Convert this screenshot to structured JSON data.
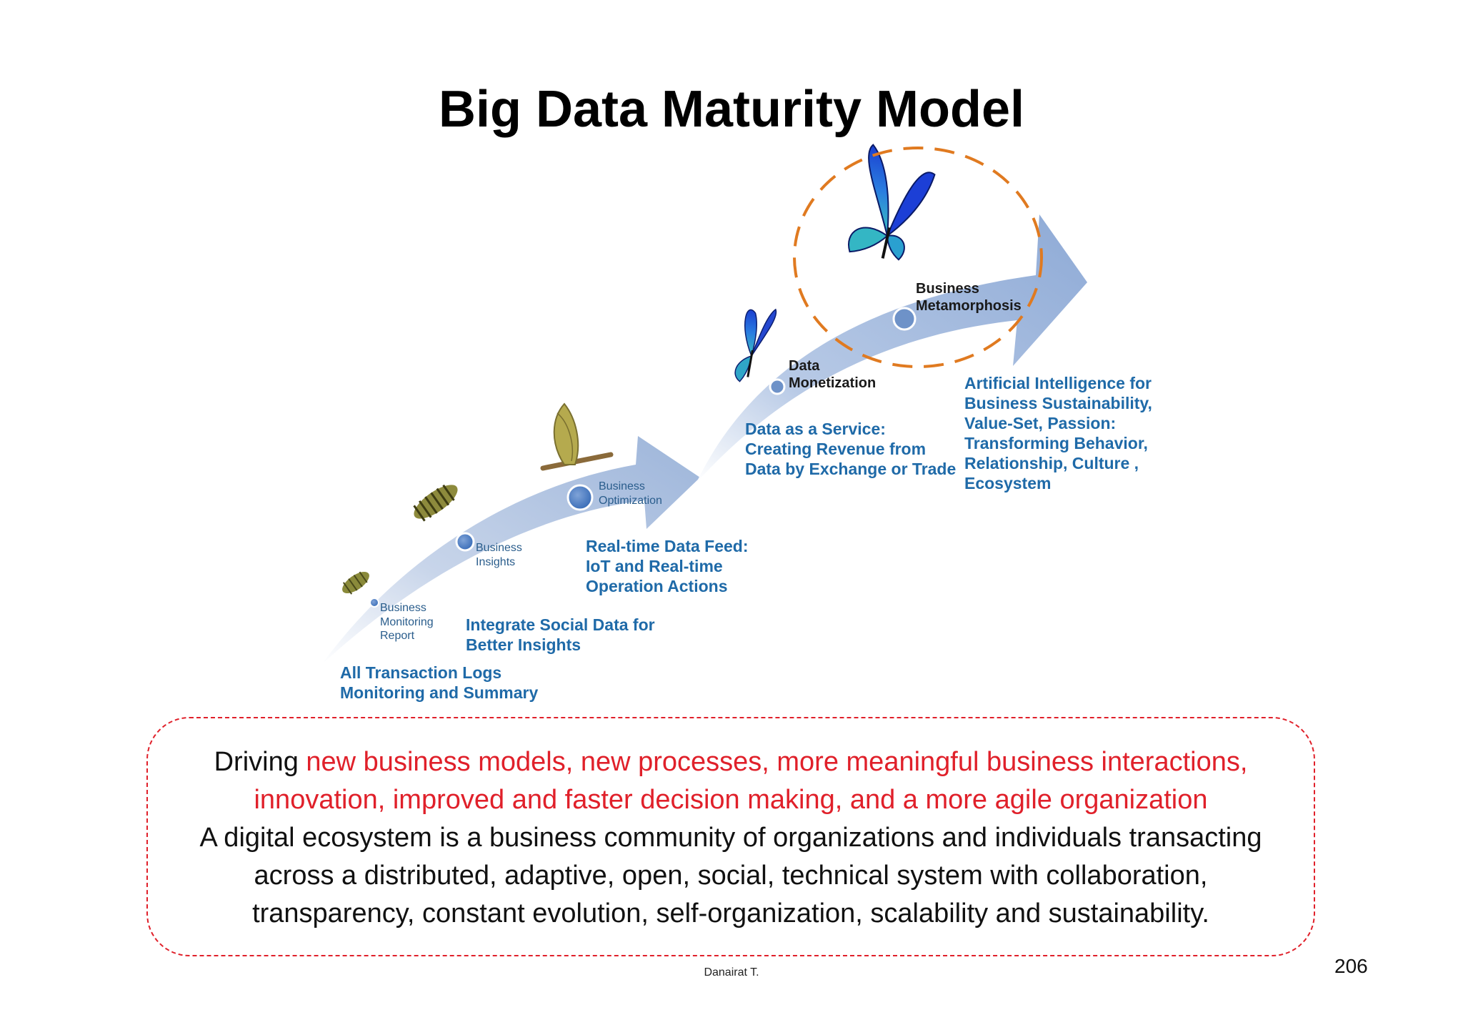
{
  "title": "Big Data Maturity Model",
  "stages": [
    {
      "lines": [
        "Business",
        "Monitoring",
        "Report"
      ],
      "description": [
        "All Transaction Logs",
        "Monitoring and Summary"
      ]
    },
    {
      "lines": [
        "Business",
        "Insights"
      ],
      "description": [
        "Integrate Social Data for",
        "Better Insights"
      ]
    },
    {
      "lines": [
        "Business",
        "Optimization"
      ],
      "description": [
        "Real-time Data Feed:",
        "IoT and Real-time",
        "Operation Actions"
      ]
    },
    {
      "lines": [
        "Data",
        "Monetization"
      ],
      "description": [
        "Data as a Service:",
        "Creating Revenue from",
        "Data by Exchange or Trade"
      ]
    },
    {
      "lines": [
        "Business",
        "Metamorphosis"
      ],
      "description": [
        "Artificial  Intelligence for",
        "Business Sustainability,",
        "Value-Set, Passion:",
        "Transforming Behavior,",
        "Relationship, Culture ,",
        "Ecosystem"
      ]
    }
  ],
  "colors": {
    "arrow": "#a9bedd",
    "arrow_edge": "#8fa9d0",
    "stage_text": "#2a5d8c",
    "description_text": "#1f6aa8",
    "highlight_circle": "#e07a20",
    "emphasis": "#e0202a"
  },
  "summary": {
    "line1": {
      "prefix": "Driving ",
      "emphasis": "new business models, new processes, more meaningful business interactions,"
    },
    "line2": "innovation, improved and faster decision making, and a more agile organization",
    "line3": "A digital ecosystem is a business community of organizations and individuals transacting",
    "line4": "across a distributed, adaptive, open, social, technical system with collaboration,",
    "line5": "transparency, constant evolution, self-organization, scalability and sustainability."
  },
  "footer": "Danairat T.",
  "page_number": "206"
}
